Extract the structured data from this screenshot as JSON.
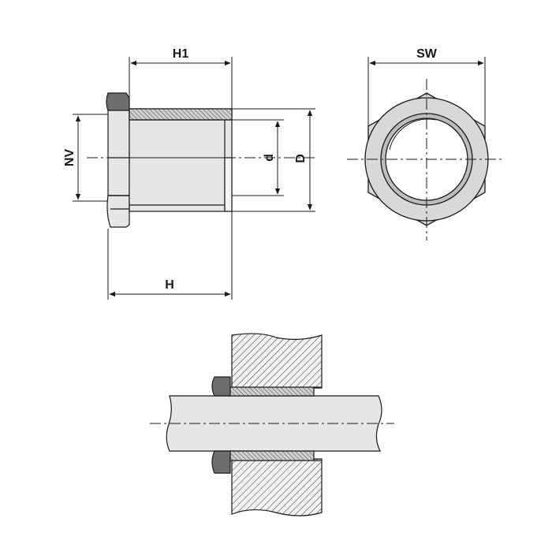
{
  "labels": {
    "h1": "H1",
    "sw": "SW",
    "nv": "NV",
    "d": "d",
    "D": "D",
    "h": "H"
  },
  "colors": {
    "line": "#1a1a1a",
    "part_fill": "#e6e6e6",
    "hex_fill": "#d8d8d8",
    "hatch": "#333333"
  }
}
